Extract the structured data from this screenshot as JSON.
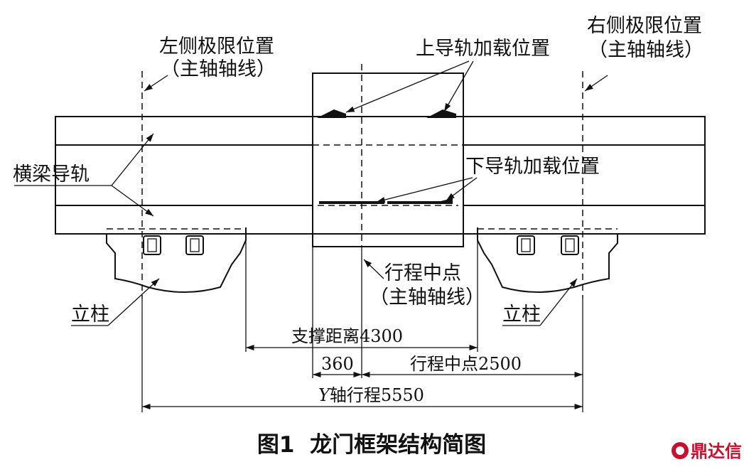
{
  "labels": {
    "left_limit": "左侧极限位置",
    "left_limit_sub": "（主轴轴线）",
    "right_limit": "右侧极限位置",
    "right_limit_sub": "（主轴轴线）",
    "upper_load": "上导轨加载位置",
    "lower_load": "下导轨加载位置",
    "beam_rail": "横梁导轨",
    "column_left": "立柱",
    "column_right": "立柱",
    "travel_mid": "行程中点",
    "travel_mid_sub": "（主轴轴线）"
  },
  "dimensions": {
    "support_span": "支撑距离4300",
    "offset": "360",
    "travel_midpoint": "行程中点2500",
    "y_travel_axis": "Y",
    "y_travel_text": "轴行程5550"
  },
  "caption": "图1  龙门框架结构简图",
  "watermark": "鼎达信"
}
